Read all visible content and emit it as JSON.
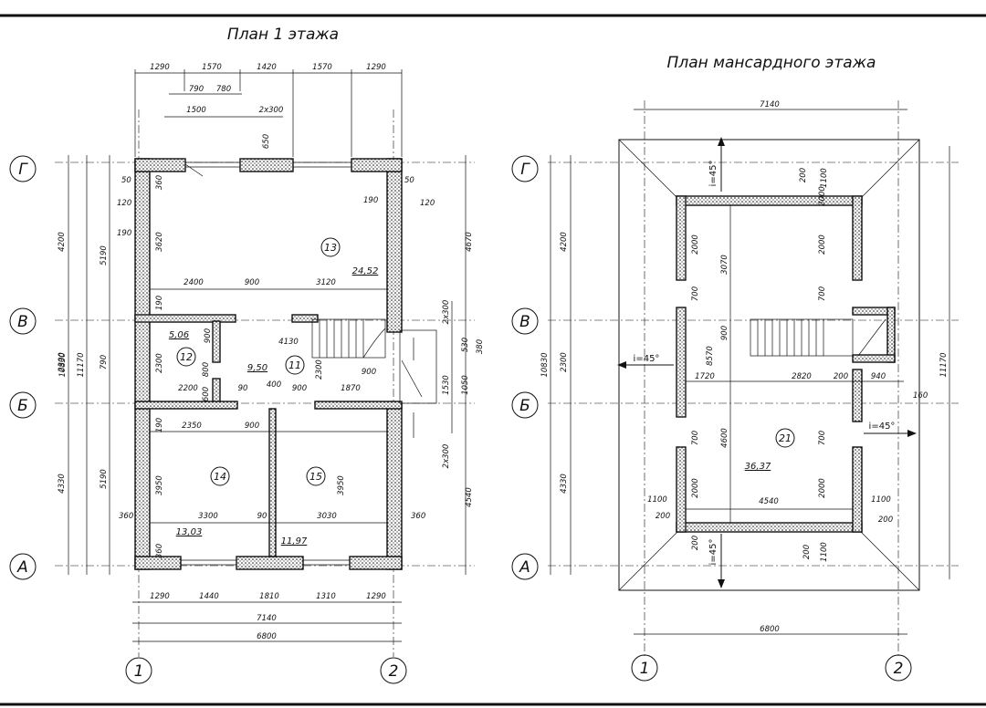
{
  "titles": {
    "floor1": "План 1 этажа",
    "attic": "План мансардного этажа"
  },
  "axes": {
    "rows": [
      "Г",
      "В",
      "Б",
      "А"
    ],
    "cols": [
      "1",
      "2"
    ]
  },
  "floor1": {
    "top_dims": [
      "1290",
      "1570",
      "1420",
      "1570",
      "1290"
    ],
    "top_dims2": [
      "790",
      "780"
    ],
    "top_dims3": [
      "1500",
      "2x300"
    ],
    "bottom_dims": [
      "1290",
      "1440",
      "1810",
      "1310",
      "1290"
    ],
    "overall_dims": [
      "7140",
      "6800"
    ],
    "left_dims_outer": [
      "10830"
    ],
    "left_dims_mid": [
      "11170"
    ],
    "left_dims_rows": [
      "4200",
      "2300",
      "4330"
    ],
    "left_dims_sub": [
      "5190",
      "790",
      "5190"
    ],
    "right_dims": [
      "4670",
      "2x300",
      "530",
      "380",
      "1530",
      "1050",
      "2x300",
      "4540"
    ],
    "misc_dims": [
      "50",
      "120",
      "190",
      "360",
      "3620",
      "650",
      "190",
      "50",
      "120",
      "2400",
      "900",
      "3120",
      "190",
      "900",
      "2300",
      "800",
      "600",
      "2200",
      "90",
      "400",
      "900",
      "1870",
      "4130",
      "900",
      "2300",
      "190",
      "2350",
      "900",
      "3950",
      "360",
      "3300",
      "90",
      "3030",
      "3950",
      "360",
      "360"
    ],
    "rooms": [
      {
        "num": "13",
        "area": "24,52"
      },
      {
        "num": "12",
        "area": "5,06"
      },
      {
        "num": "11",
        "area": "9,50"
      },
      {
        "num": "14",
        "area": "13,03"
      },
      {
        "num": "15",
        "area": "11,97"
      }
    ]
  },
  "attic": {
    "top_dim": "7140",
    "bottom_dim": "6800",
    "left_dims": [
      "4200",
      "2300",
      "4330",
      "10830"
    ],
    "right_dim": "11170",
    "slopes": [
      "i=45°",
      "i=45°",
      "i=45°",
      "i=45°"
    ],
    "misc_dims": [
      "200",
      "1100",
      "2000",
      "3070",
      "700",
      "2000",
      "700",
      "900",
      "8570",
      "1720",
      "2820",
      "200",
      "940",
      "160",
      "700",
      "4600",
      "700",
      "2000",
      "2000",
      "1100",
      "200",
      "4540",
      "1100",
      "200",
      "200",
      "1100",
      "200",
      "2000"
    ],
    "room": {
      "num": "21",
      "area": "36,37"
    }
  }
}
